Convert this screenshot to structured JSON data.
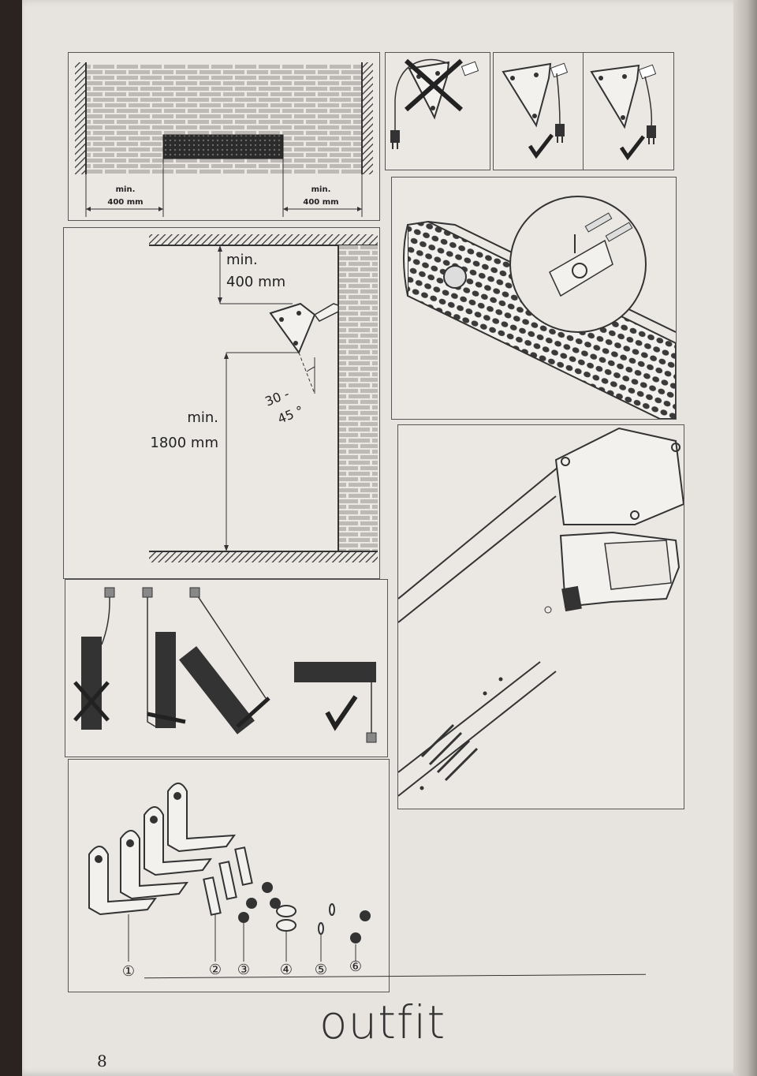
{
  "clearance_side": {
    "left_label": "min.",
    "left_value": "400 mm",
    "right_label": "min.",
    "right_value": "400 mm"
  },
  "clearance_height": {
    "top_label": "min.",
    "top_value": "400 mm",
    "angle_line1": "30 -",
    "angle_line2": "45 °",
    "floor_label": "min.",
    "floor_value": "1800 mm"
  },
  "parts": {
    "labels": [
      "①",
      "②",
      "③",
      "④",
      "⑤",
      "⑥"
    ]
  },
  "footer": {
    "brand": "outfit",
    "page_number": "8"
  }
}
